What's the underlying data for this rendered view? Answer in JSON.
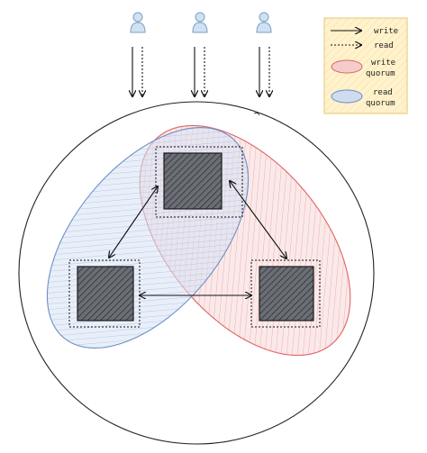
{
  "legend": {
    "write_label": "write",
    "read_label": "read",
    "write_quorum_line1": "write",
    "write_quorum_line2": "quorum",
    "read_quorum_line1": "read",
    "read_quorum_line2": "quorum"
  },
  "colors": {
    "write_quorum": "#e06666",
    "write_quorum_fill": "#f4cccc",
    "read_quorum": "#6d8fc7",
    "read_quorum_fill": "#cfdcf0",
    "node": "#5f6368",
    "legend_bg": "#fff2cc",
    "legend_border": "#e6c875",
    "user_icon": "#9fc1de"
  },
  "icons": [
    "user-icon",
    "user-icon",
    "user-icon"
  ]
}
